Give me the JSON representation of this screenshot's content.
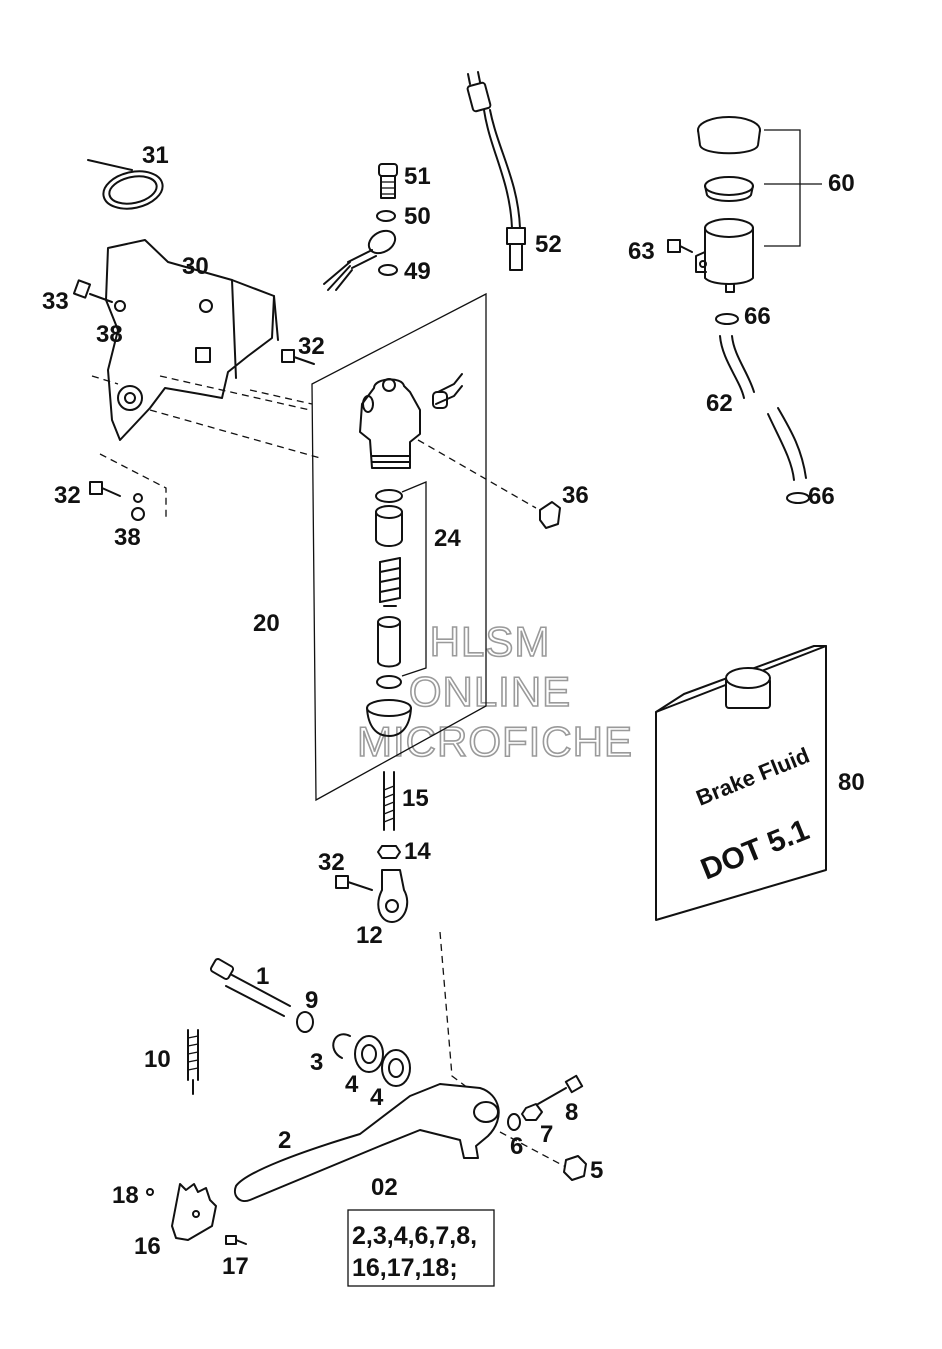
{
  "callouts": [
    {
      "key": "c31",
      "text": "31"
    },
    {
      "key": "c30",
      "text": "30"
    },
    {
      "key": "c33",
      "text": "33"
    },
    {
      "key": "c38a",
      "text": "38"
    },
    {
      "key": "c32a",
      "text": "32"
    },
    {
      "key": "c32b",
      "text": "32"
    },
    {
      "key": "c38b",
      "text": "38"
    },
    {
      "key": "c51",
      "text": "51"
    },
    {
      "key": "c50",
      "text": "50"
    },
    {
      "key": "c49",
      "text": "49"
    },
    {
      "key": "c52",
      "text": "52"
    },
    {
      "key": "c60",
      "text": "60"
    },
    {
      "key": "c63",
      "text": "63"
    },
    {
      "key": "c66a",
      "text": "66"
    },
    {
      "key": "c62",
      "text": "62"
    },
    {
      "key": "c66b",
      "text": "66"
    },
    {
      "key": "c36",
      "text": "36"
    },
    {
      "key": "c24",
      "text": "24"
    },
    {
      "key": "c20",
      "text": "20"
    },
    {
      "key": "c80",
      "text": "80"
    },
    {
      "key": "c15",
      "text": "15"
    },
    {
      "key": "c14",
      "text": "14"
    },
    {
      "key": "c32c",
      "text": "32"
    },
    {
      "key": "c12",
      "text": "12"
    },
    {
      "key": "c1",
      "text": "1"
    },
    {
      "key": "c9",
      "text": "9"
    },
    {
      "key": "c10",
      "text": "10"
    },
    {
      "key": "c3",
      "text": "3"
    },
    {
      "key": "c4a",
      "text": "4"
    },
    {
      "key": "c4b",
      "text": "4"
    },
    {
      "key": "c8",
      "text": "8"
    },
    {
      "key": "c7",
      "text": "7"
    },
    {
      "key": "c6",
      "text": "6"
    },
    {
      "key": "c2",
      "text": "2"
    },
    {
      "key": "c5",
      "text": "5"
    },
    {
      "key": "c18",
      "text": "18"
    },
    {
      "key": "c16",
      "text": "16"
    },
    {
      "key": "c17",
      "text": "17"
    },
    {
      "key": "c02",
      "text": "02"
    }
  ],
  "kit_box": {
    "line1": "2,3,4,6,7,8,",
    "line2": "16,17,18;"
  },
  "fluid_can": {
    "line1": "Brake Fluid",
    "line2": "DOT 5.1"
  },
  "watermark": {
    "line1": "HLSM",
    "line2": "ONLINE",
    "line3": "MICROFICHE"
  }
}
